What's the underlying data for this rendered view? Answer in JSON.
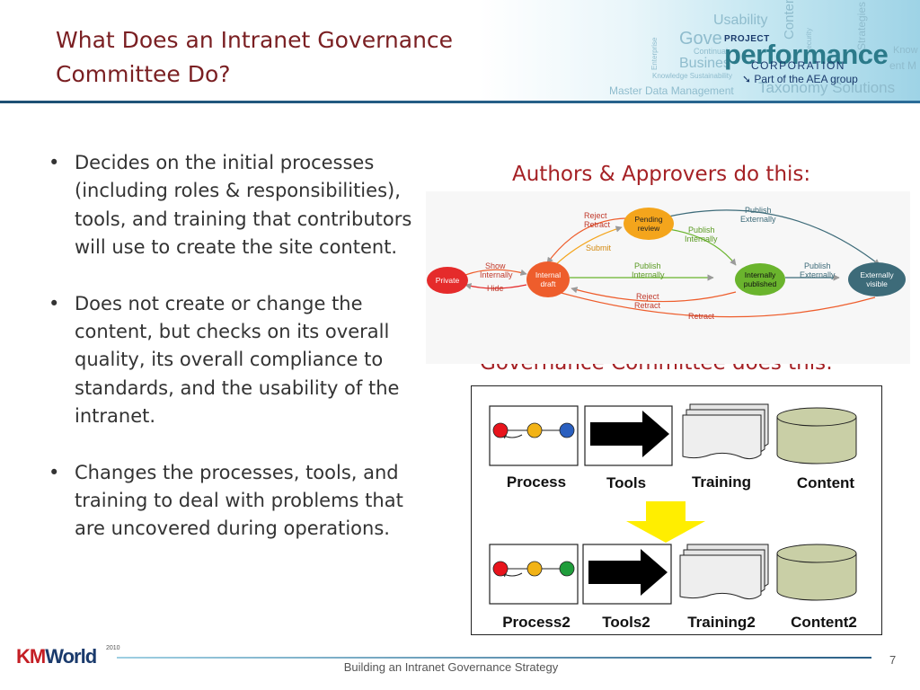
{
  "slide": {
    "title_line1": "What Does an Intranet Governance",
    "title_line2": "Committee Do?",
    "page_number": "7",
    "footer": "Building an Intranet Governance Strategy"
  },
  "branding": {
    "ppc_project": "PROJECT",
    "ppc_performance": "performance",
    "ppc_corporation": "CORPORATION",
    "ppc_aea": "Part of the AEA group",
    "kmworld_km": "KM",
    "kmworld_world": "World",
    "kmworld_year": "2010",
    "background_words": [
      "Usability",
      "Gove",
      "Busines",
      "Continual",
      "Knowledge Sustainability",
      "Master Data Management",
      "Taxonomy Solutions",
      "Strategies",
      "Know",
      "ent M",
      "Security",
      "Content",
      "Enterprise"
    ]
  },
  "bullets": [
    "Decides on the initial processes (including roles & responsibilities), tools, and training that contributors will use to create the site content.",
    "Does not create or change the content, but checks on its overall quality, its overall compliance to standards, and the usability of the intranet.",
    "Changes the processes, tools, and training to deal with problems that are uncovered during operations."
  ],
  "authors_caption": "Authors & Approvers do this:",
  "governance_caption": "Governance Committee does this:",
  "workflow": {
    "nodes": {
      "private": "Private",
      "internal_draft": [
        "Internal",
        "draft"
      ],
      "pending_review": [
        "Pending",
        "review"
      ],
      "internally_published": [
        "Internally",
        "published"
      ],
      "externally_visible": [
        "Externally",
        "visible"
      ]
    },
    "edges": {
      "show_internally": [
        "Show",
        "Internally"
      ],
      "hide": "Hide",
      "submit": "Submit",
      "reject_retract_top": [
        "Reject",
        "Retract"
      ],
      "publish_internally_top": [
        "Publish",
        "Internally"
      ],
      "publish_internally_mid": [
        "Publish",
        "Internally"
      ],
      "publish_externally_top": [
        "Publish",
        "Externally"
      ],
      "publish_externally_mid": [
        "Publish",
        "Externally"
      ],
      "reject_retract_bottom": [
        "Reject",
        "Retract"
      ],
      "retract": "Retract"
    },
    "colors": {
      "private": "#e52b2b",
      "internal_draft": "#ee5d2c",
      "pending_review": "#f4a51c",
      "internally_published": "#6ab42d",
      "externally_visible": "#3d6b79",
      "edge_label": "#8a8aa0"
    }
  },
  "governance": {
    "row1": [
      "Process",
      "Tools",
      "Training",
      "Content"
    ],
    "row2": [
      "Process2",
      "Tools2",
      "Training2",
      "Content2"
    ],
    "colors": {
      "dot_red": "#e8141c",
      "dot_yellow": "#f2b316",
      "dot_blue": "#2a5fbf",
      "dot_green": "#1f9d3b",
      "arrow_yellow": "#ffee00",
      "cylinder": "#c9cfa6"
    }
  }
}
